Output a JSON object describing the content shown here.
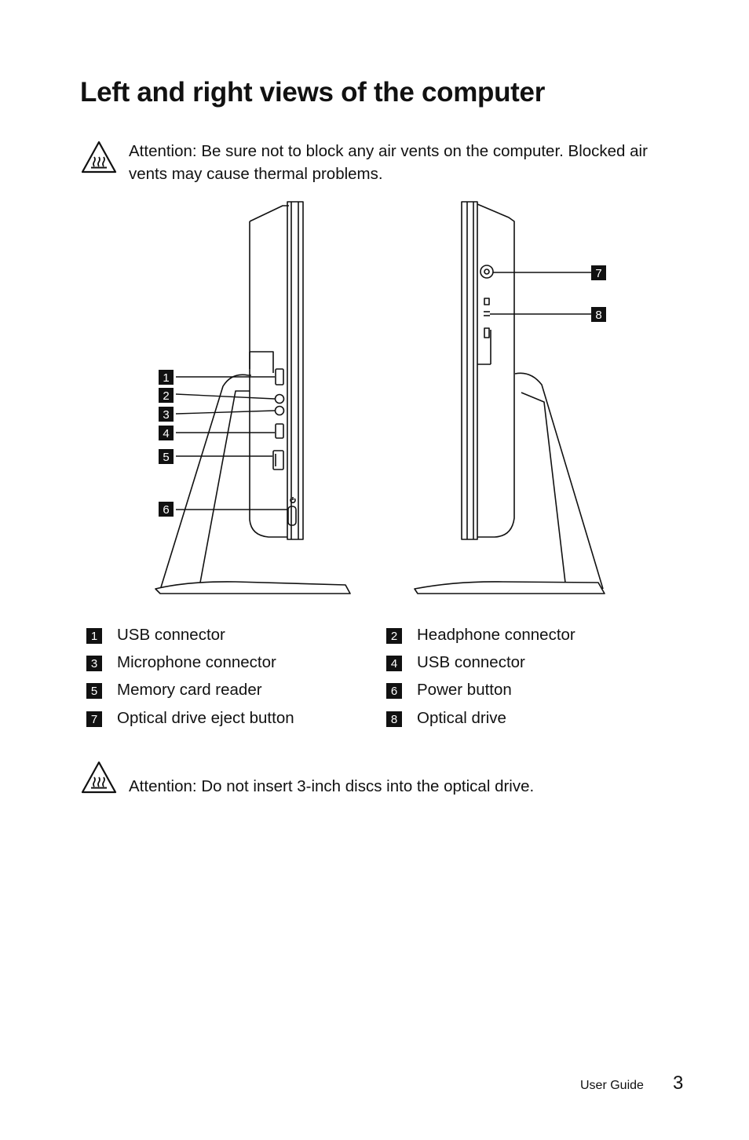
{
  "title": "Left and right views of the computer",
  "attention1": {
    "label": "Attention:",
    "text": " Be sure not to block any air vents on the computer. Blocked air vents may cause thermal problems."
  },
  "attention2": {
    "label": "Attention:",
    "text": " Do not insert 3-inch discs into the optical drive."
  },
  "callouts": [
    "1",
    "2",
    "3",
    "4",
    "5",
    "6",
    "7",
    "8"
  ],
  "legend": [
    {
      "num": "1",
      "label": "USB connector"
    },
    {
      "num": "2",
      "label": "Headphone connector"
    },
    {
      "num": "3",
      "label": "Microphone connector"
    },
    {
      "num": "4",
      "label": "USB connector"
    },
    {
      "num": "5",
      "label": "Memory card reader"
    },
    {
      "num": "6",
      "label": "Power button"
    },
    {
      "num": "7",
      "label": "Optical drive eject button"
    },
    {
      "num": "8",
      "label": "Optical drive"
    }
  ],
  "footer": {
    "label": "User Guide",
    "page": "3"
  },
  "icons": {
    "attention": "hot-surface-warning-icon"
  }
}
